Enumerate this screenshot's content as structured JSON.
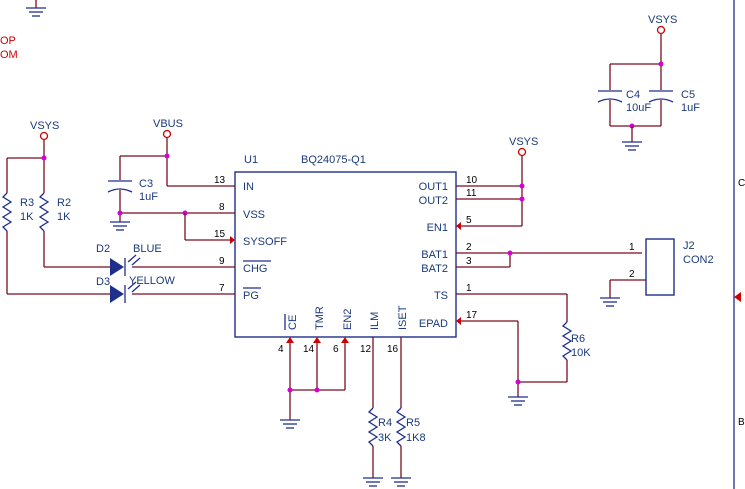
{
  "partial_labels": {
    "top_left_1": "OP",
    "top_left_2": "OM",
    "edge_c": "C",
    "edge_b": "B"
  },
  "power_labels": {
    "vsys_tl": "VSYS",
    "vbus": "VBUS",
    "vsys_mid": "VSYS",
    "vsys_tr": "VSYS"
  },
  "u1": {
    "ref": "U1",
    "part": "BQ24075-Q1",
    "left_pins": [
      {
        "num": "13",
        "name": "IN"
      },
      {
        "num": "8",
        "name": "VSS"
      },
      {
        "num": "15",
        "name": "SYSOFF"
      },
      {
        "num": "9",
        "name": "CHG"
      },
      {
        "num": "7",
        "name": "PG"
      }
    ],
    "right_pins": [
      {
        "num": "10",
        "name": "OUT1"
      },
      {
        "num": "11",
        "name": "OUT2"
      },
      {
        "num": "5",
        "name": "EN1"
      },
      {
        "num": "2",
        "name": "BAT1"
      },
      {
        "num": "3",
        "name": "BAT2"
      },
      {
        "num": "1",
        "name": "TS"
      },
      {
        "num": "17",
        "name": "EPAD"
      }
    ],
    "bottom_pins": [
      {
        "num": "4",
        "name": "CE"
      },
      {
        "num": "14",
        "name": "TMR"
      },
      {
        "num": "6",
        "name": "EN2"
      },
      {
        "num": "12",
        "name": "ILM"
      },
      {
        "num": "16",
        "name": "ISET"
      }
    ]
  },
  "components": {
    "c3": {
      "ref": "C3",
      "value": "1uF"
    },
    "c4": {
      "ref": "C4",
      "value": "10uF"
    },
    "c5": {
      "ref": "C5",
      "value": "1uF"
    },
    "r2": {
      "ref": "R2",
      "value": "1K"
    },
    "r3": {
      "ref": "R3",
      "value": "1K"
    },
    "r4": {
      "ref": "R4",
      "value": "3K"
    },
    "r5": {
      "ref": "R5",
      "value": "1K8"
    },
    "r6": {
      "ref": "R6",
      "value": "10K"
    },
    "d2": {
      "ref": "D2",
      "value": "BLUE"
    },
    "d3": {
      "ref": "D3",
      "value": "YELLOW"
    },
    "j2": {
      "ref": "J2",
      "value": "CON2",
      "pin1": "1",
      "pin2": "2"
    }
  }
}
